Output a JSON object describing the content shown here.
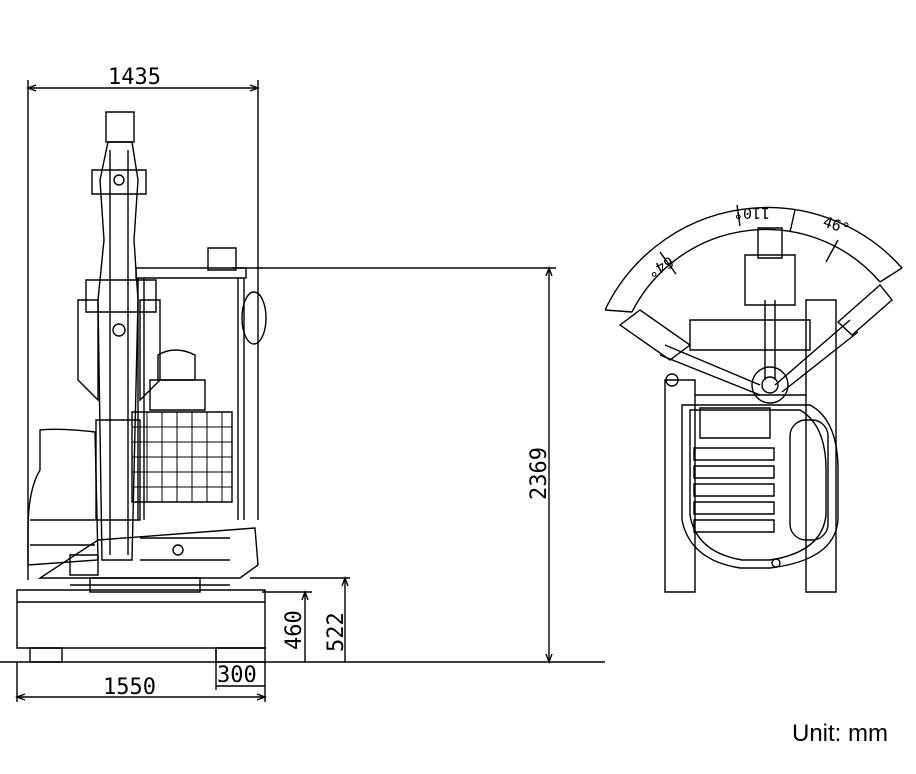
{
  "front_view": {
    "overall_width": "1435",
    "track_width": "1550",
    "shoe_width": "300",
    "ground_clearance": "460",
    "counterweight_clearance": "522",
    "overall_height": "2369"
  },
  "top_view": {
    "swing_left": "64°",
    "swing_center": "110°",
    "swing_right": "46°"
  },
  "unit_label": "Unit: mm"
}
